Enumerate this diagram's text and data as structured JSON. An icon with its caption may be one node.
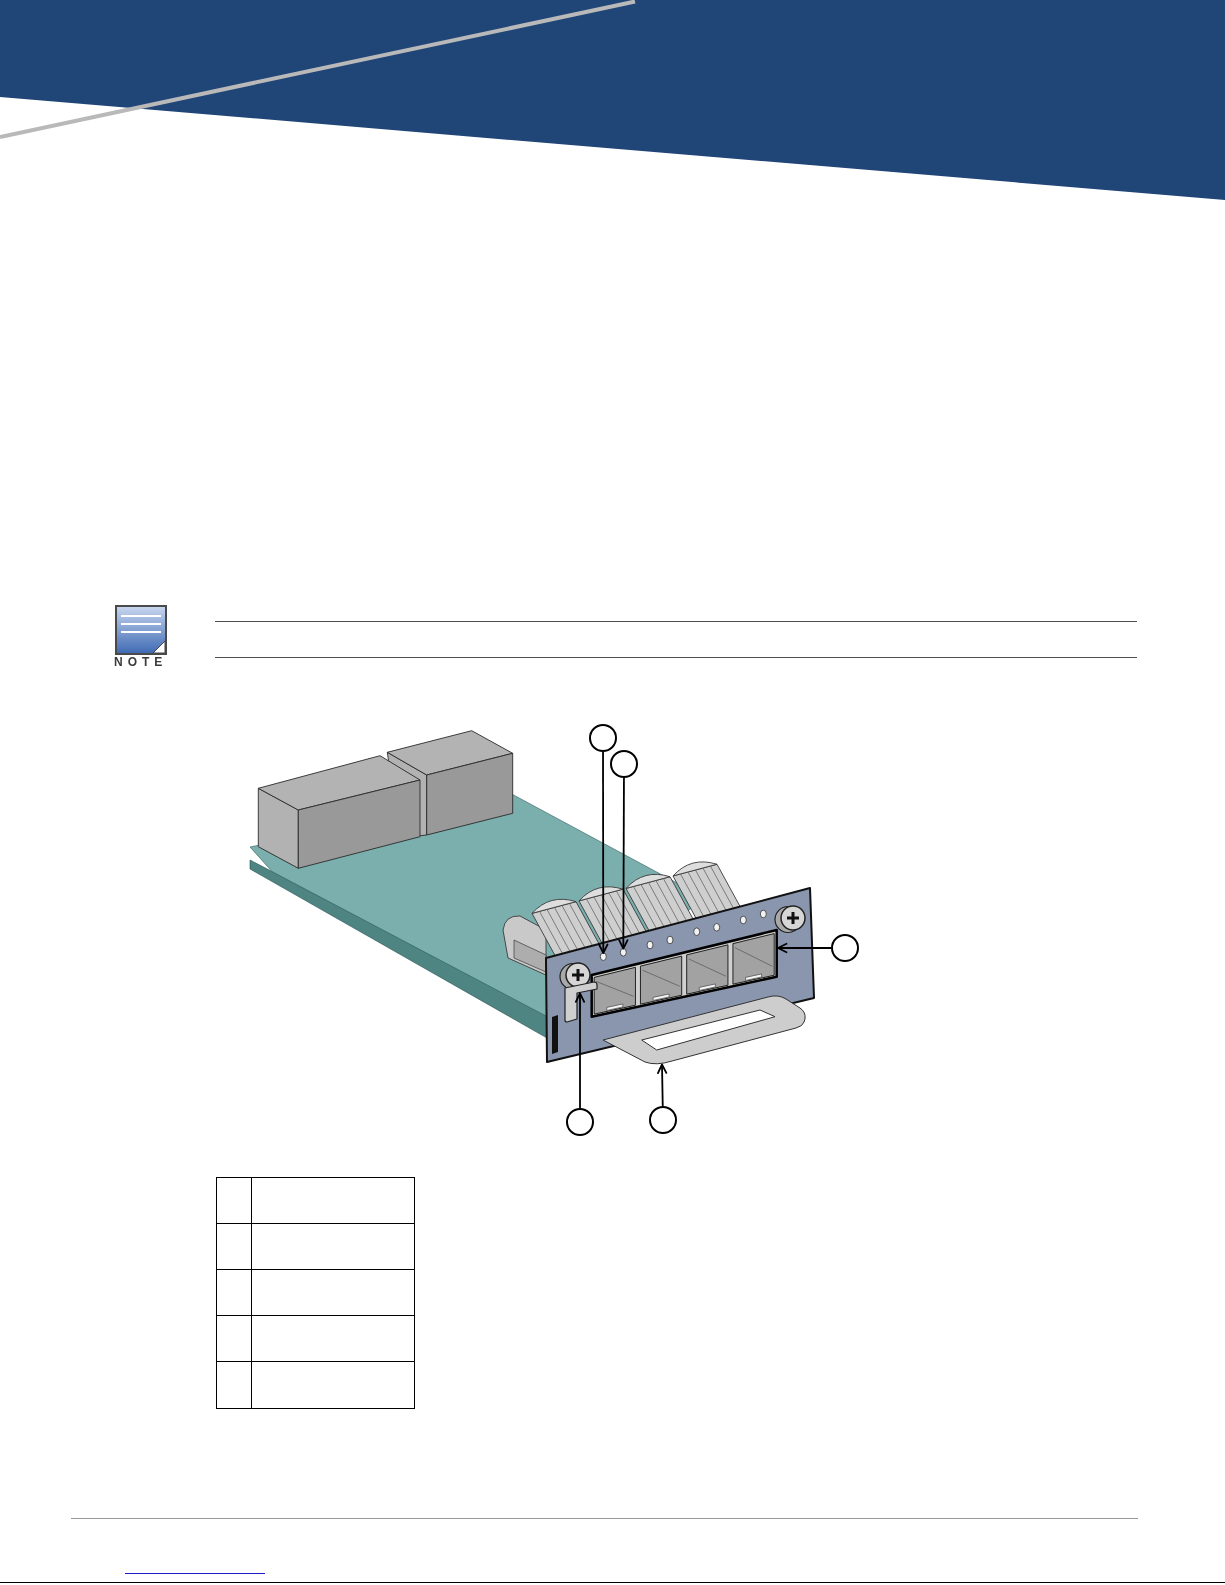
{
  "diagram": {
    "nodes": [
      {
        "text": [],
        "shape": "circle"
      },
      {
        "text": [],
        "shape": "circle"
      },
      {
        "text": [],
        "shape": "circle"
      },
      {
        "text": [],
        "shape": "circle"
      },
      {
        "text": [],
        "shape": "circle"
      },
      {
        "text": [],
        "shape": "circle"
      },
      {
        "text": [],
        "shape": "circle"
      },
      {
        "text": [],
        "shape": "box"
      },
      {
        "text": [],
        "shape": "picture"
      },
      {
        "text": [],
        "shape": "picture"
      }
    ],
    "edges": [
      {
        "from": 0,
        "to": 5,
        "arrow": "to"
      },
      {
        "from": 1,
        "to": 6,
        "arrow": "to"
      },
      {
        "from": 2,
        "to": 7,
        "arrow": "to"
      },
      {
        "from": 3,
        "to": 8,
        "arrow": "to"
      },
      {
        "from": 4,
        "to": 9,
        "arrow": "to"
      }
    ],
    "labels": [
      "NOTE"
    ]
  }
}
